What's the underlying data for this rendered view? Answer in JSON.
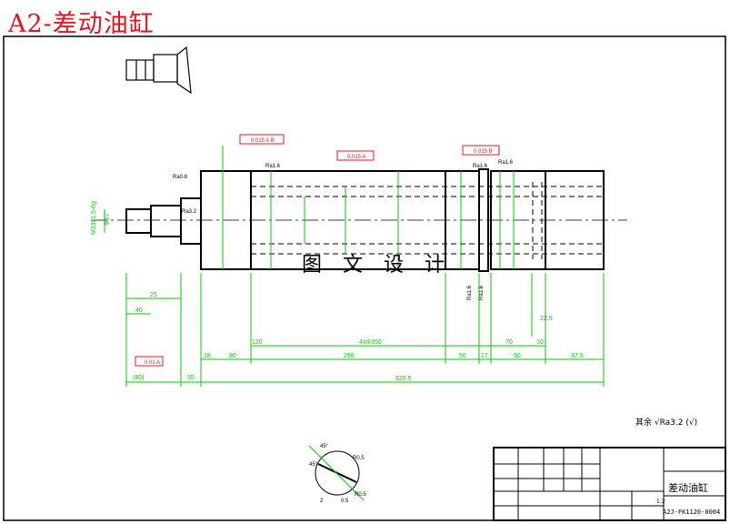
{
  "drawing": {
    "banner_title": "A2-差动油缸",
    "watermark_text": "图 文 设 计",
    "general_note": "其余 √Ra3.2 (√)",
    "title_block": {
      "part_name": "差动油缸",
      "drawing_code": "A2J-FK1120-0004",
      "scale": "1:2"
    }
  },
  "dimensions": {
    "lengths": [
      "18",
      "80",
      "298",
      "50",
      "17",
      "90",
      "37.5",
      "120",
      "10",
      "22.5",
      "70"
    ],
    "overall_lengths": [
      "620.5",
      "4xΦ350"
    ],
    "left_end": [
      "40",
      "55",
      "(80)",
      "25",
      "Φ67",
      "M33x1.5-6g"
    ],
    "tolerances": [
      "0.015 A B",
      "0.015 A",
      "0.015 B",
      "0.01 A"
    ],
    "roughness": [
      "Ra1.6",
      "Ra1.6",
      "Ra1.6",
      "Ra0.8",
      "Ra3.2",
      "Ra1.6",
      "Ra1.6"
    ],
    "detail_view": [
      "45°",
      "R0.5",
      "0.5",
      "2",
      "45°",
      "R0.5"
    ]
  },
  "colors": {
    "outline": "#000000",
    "dimension": "#00cc00",
    "tolerance_box": "#e8141c",
    "centerline": "#000000"
  }
}
